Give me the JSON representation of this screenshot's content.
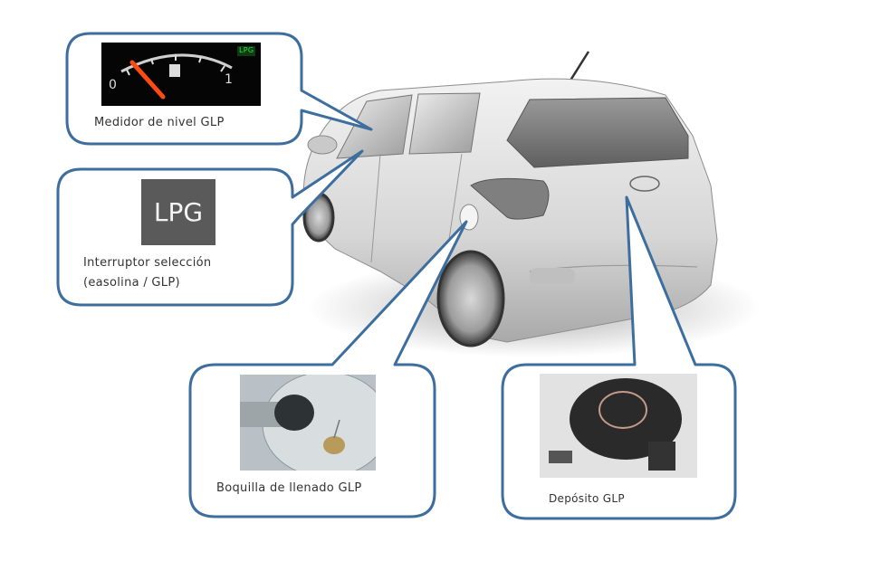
{
  "diagram": {
    "subject": "Car LPG (GLP) system components",
    "accent_color": "#3d6e9e",
    "callouts": [
      {
        "id": "gauge",
        "label": "Medidor  de nivel GLP",
        "gauge": {
          "min_label": "0",
          "max_label": "1",
          "badge": "LPG",
          "badge_color": "#1f8f2a",
          "needle_color": "#ff4a10"
        }
      },
      {
        "id": "switch",
        "label_line1": "Interruptor  selección",
        "label_line2": "(easolina  / GLP)",
        "button_text": "LPG"
      },
      {
        "id": "nozzle",
        "label": "Boquilla  de llenado  GLP"
      },
      {
        "id": "tank",
        "label": "Depósito   GLP"
      }
    ]
  }
}
